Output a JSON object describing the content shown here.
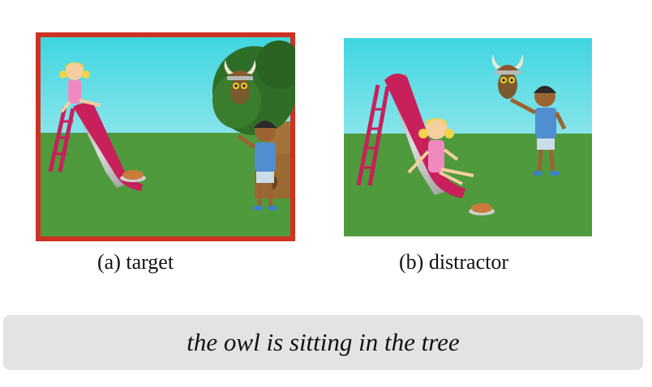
{
  "panels": [
    {
      "caption": "(a) target",
      "highlight_color": "#cc3322"
    },
    {
      "caption": "(b) distractor"
    }
  ],
  "sentence": "the owl is sitting in the tree",
  "colors": {
    "sky_top": "#3fd6e0",
    "sky_bottom": "#c8f2f6",
    "grass": "#4f9a3c",
    "slide": "#c8205a"
  }
}
